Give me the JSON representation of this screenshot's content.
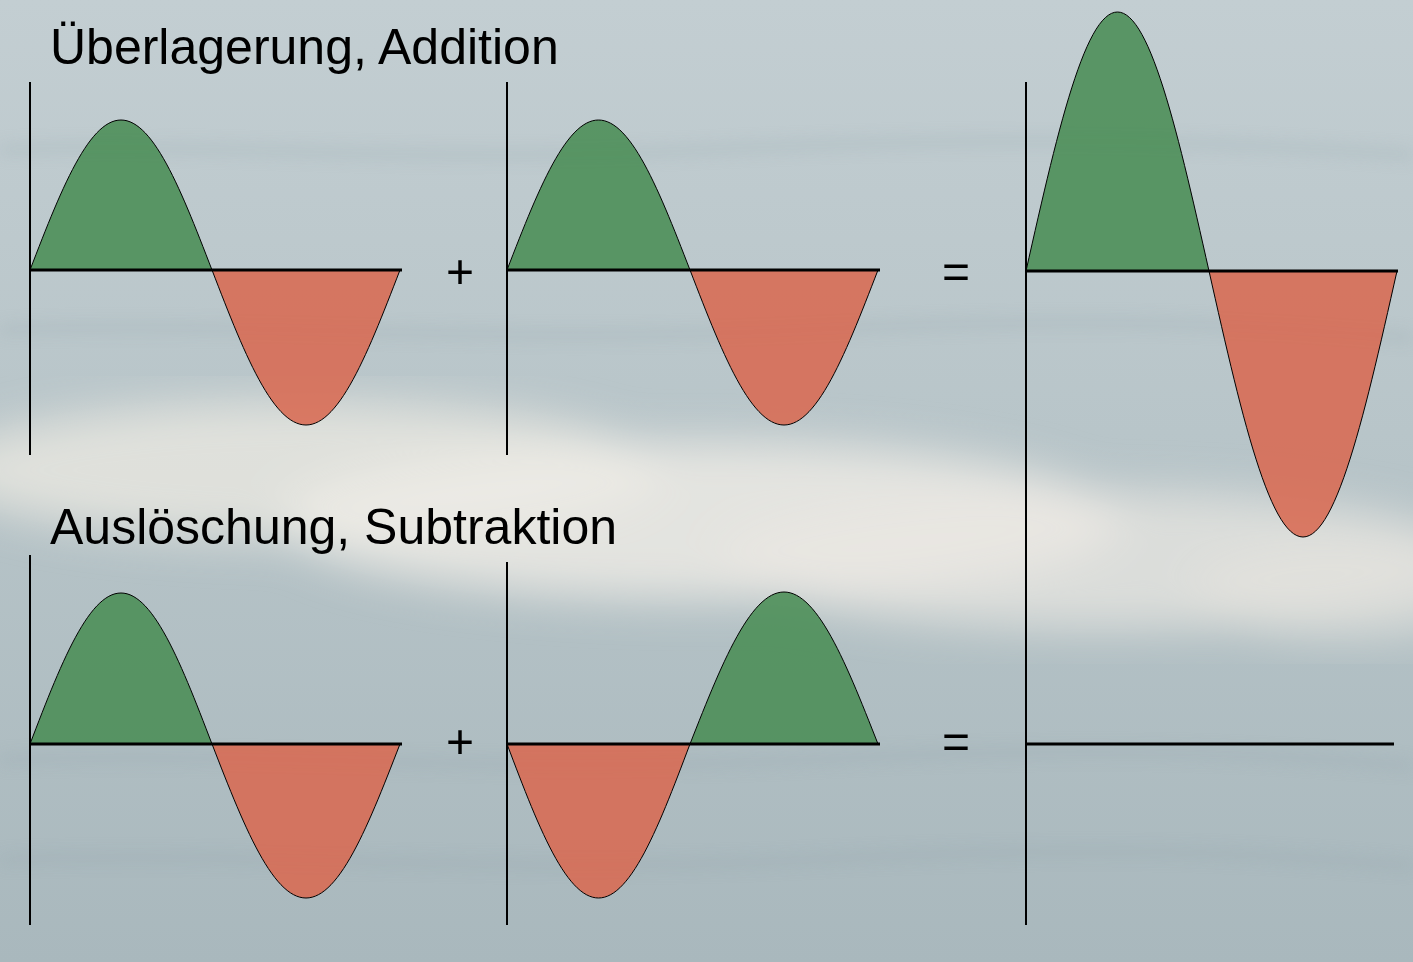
{
  "diagram": {
    "labels": [
      "Überlagerung, Addition",
      "+",
      "=",
      "Auslöschung, Subtraktion",
      "+",
      "="
    ]
  }
}
